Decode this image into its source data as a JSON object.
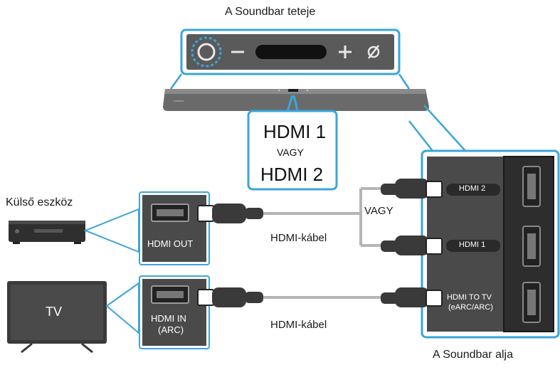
{
  "labels": {
    "top_title": "A Soundbar teteje",
    "bottom_title": "A Soundbar alja",
    "external_device": "Külső eszköz",
    "tv": "TV",
    "hdmi1": "HDMI 1",
    "or_small": "VAGY",
    "hdmi2": "HDMI 2",
    "or_cable": "VAGY",
    "cable1": "HDMI-kábel",
    "cable2": "HDMI-kábel",
    "hdmi_out": "HDMI OUT",
    "hdmi_in_1": "HDMI IN",
    "hdmi_in_2": "(ARC)",
    "port_hdmi2": "HDMI 2",
    "port_hdmi1": "HDMI 1",
    "port_tv_1": "HDMI TO TV",
    "port_tv_2": "(eARC/ARC)"
  },
  "colors": {
    "callout": "#3aa6d8",
    "panel_dark": "#4a4a4a",
    "device_dark": "#2f2f2f",
    "cable": "#b5b5b5",
    "connector": "#3a3a3a"
  }
}
